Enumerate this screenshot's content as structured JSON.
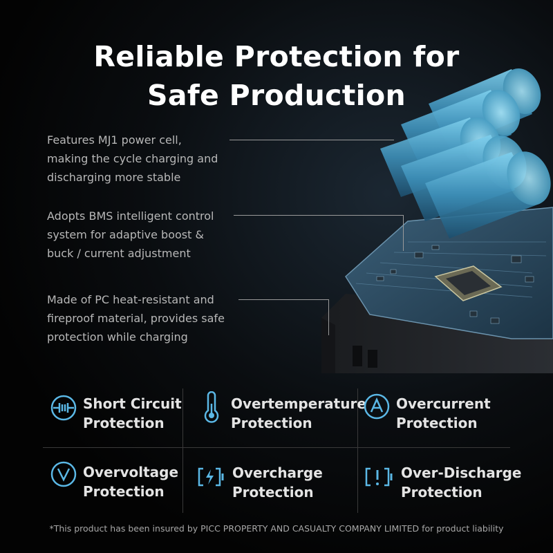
{
  "title": {
    "line1": "Reliable Protection for",
    "line2": "Safe Production"
  },
  "features": [
    {
      "line1": "Features MJ1 power cell,",
      "line2": "making the cycle charging and",
      "line3": "discharging more stable"
    },
    {
      "line1": "Adopts BMS intelligent control",
      "line2": "system for adaptive boost &",
      "line3": "buck / current adjustment"
    },
    {
      "line1": "Made of PC heat-resistant and",
      "line2": "fireproof material, provides safe",
      "line3": "protection while charging"
    }
  ],
  "protections": [
    {
      "line1": "Short Circuit",
      "line2": "Protection",
      "icon": "short-circuit-icon"
    },
    {
      "line1": "Overtemperature",
      "line2": "Protection",
      "icon": "thermometer-icon"
    },
    {
      "line1": "Overcurrent",
      "line2": "Protection",
      "icon": "ampere-icon"
    },
    {
      "line1": "Overvoltage",
      "line2": "Protection",
      "icon": "voltage-icon"
    },
    {
      "line1": "Overcharge",
      "line2": "Protection",
      "icon": "battery-charge-icon"
    },
    {
      "line1": "Over-Discharge",
      "line2": "Protection",
      "icon": "battery-alert-icon"
    }
  ],
  "footnote": "*This product has been insured by PICC PROPERTY AND CASUALTY COMPANY LIMITED for product liability",
  "colors": {
    "accent": "#5bb8e6",
    "background": "#050505",
    "text": "#e4e4e4",
    "muted": "#b8b8b8"
  }
}
